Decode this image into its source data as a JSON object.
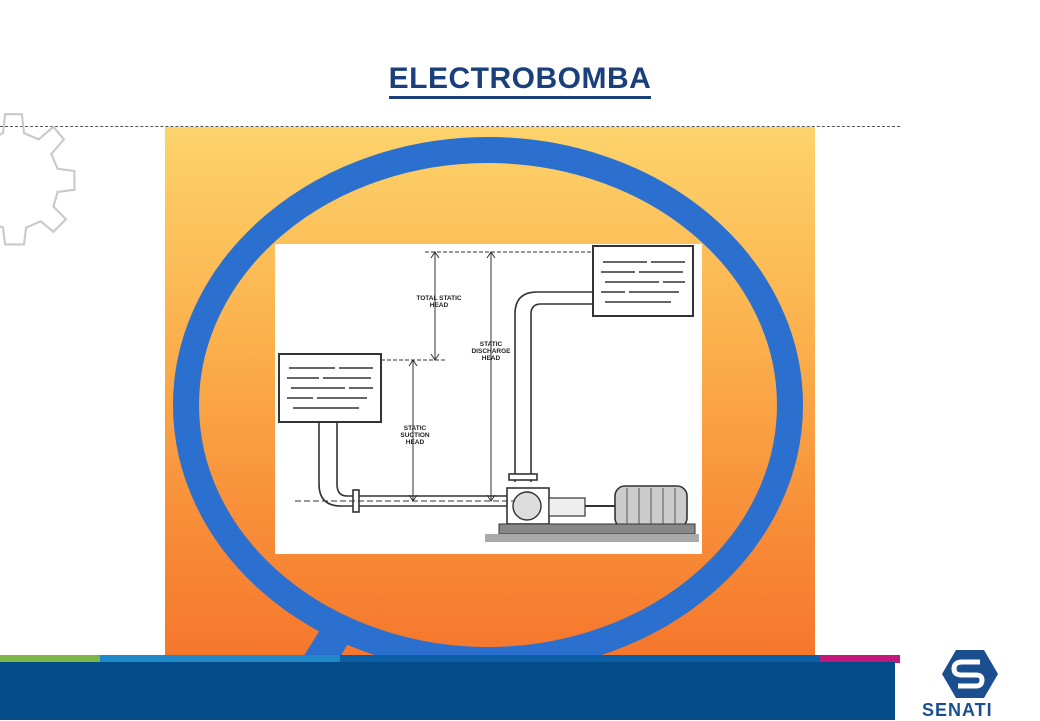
{
  "slide": {
    "title": "ELECTROBOMBA"
  },
  "diagram": {
    "labels": {
      "total_static_line1": "TOTAL STATIC",
      "total_static_line2": "HEAD",
      "discharge_line1": "STATIC",
      "discharge_line2": "DISCHARGE",
      "discharge_line3": "HEAD",
      "suction_line1": "STATIC",
      "suction_line2": "SUCTION",
      "suction_line3": "HEAD"
    }
  },
  "branding": {
    "logo_text": "SENATI",
    "logo_icon": "senati-logo-icon",
    "gear_icon": "gear-icon",
    "colors": {
      "title": "#1b3f7a",
      "footer": "#044b8a",
      "ring": "#2b6fcf",
      "stripe": [
        "#7ab648",
        "#1e88c8",
        "#0b5fa5",
        "#c2187a"
      ]
    }
  }
}
